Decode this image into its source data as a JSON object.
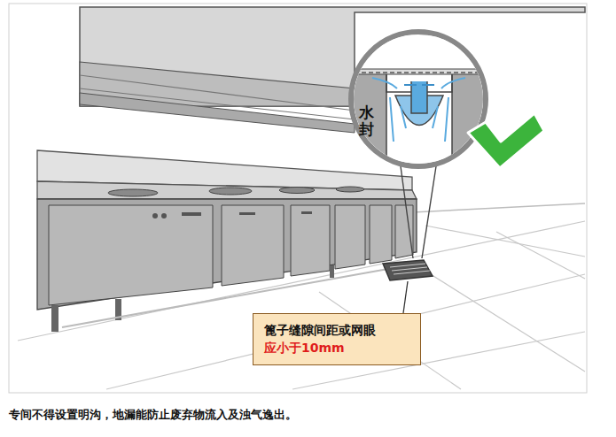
{
  "diagram": {
    "caption": "专间不得设置明沟，地漏能防止废弃物流入及浊气逸出。",
    "nodes": [
      {
        "text": [
          "篦子缝隙间距或网眼",
          "应小于10mm"
        ]
      }
    ],
    "labels": [
      "水封"
    ]
  }
}
